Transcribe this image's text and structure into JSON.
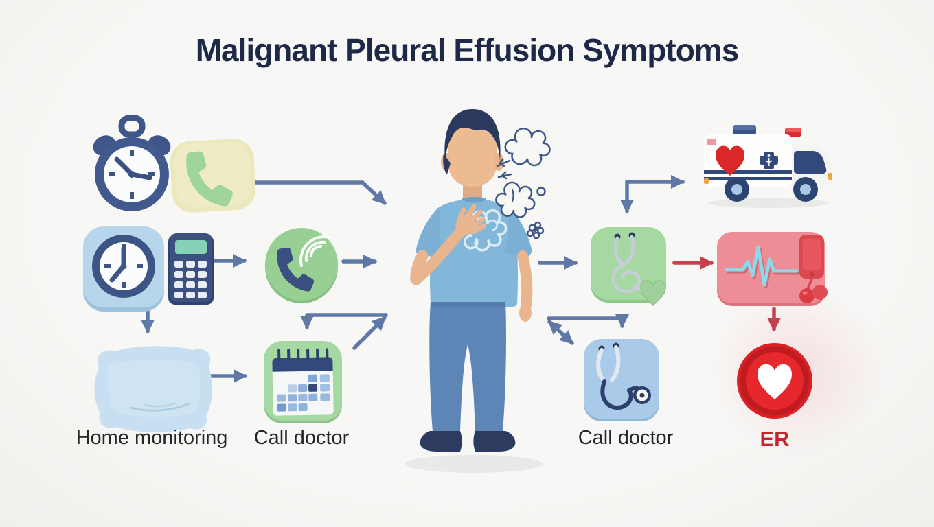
{
  "title": "Malignant Pleural Effusion Symptoms",
  "nodes": {
    "home_monitoring": {
      "label": "Home monitoring",
      "icons": [
        "alarm-clock-icon",
        "pillow-phone-icon",
        "wall-clock-icon",
        "calculator-icon",
        "pillow-icon"
      ]
    },
    "call_doctor_primary": {
      "label": "Call doctor",
      "icons": [
        "ringing-phone-icon",
        "calendar-icon"
      ]
    },
    "patient": {
      "icons": [
        "patient-figure",
        "breath-clouds-icon",
        "chest-pain-scribble-icon"
      ]
    },
    "call_doctor_urgent": {
      "label": "Call doctor",
      "icons": [
        "stethoscope-green-icon",
        "stethoscope-blue-icon"
      ]
    },
    "emergency": {
      "label": "ER",
      "icons": [
        "ambulance-icon",
        "ekg-monitor-icon",
        "heart-badge-icon"
      ]
    }
  },
  "colors": {
    "background": "#f5f5f3",
    "title_text": "#1e2947",
    "label_text": "#262626",
    "er_text": "#c1272d",
    "arrow_blue": "#5f78a6",
    "arrow_red": "#c4424d",
    "navy_icon": "#3d5585",
    "green_accent": "#9ad295",
    "light_blue_accent": "#aecfe8",
    "yellow_pillow": "#ebe8bc",
    "pink_panel": "#ee8d95",
    "ekg_line": "#8ed9e9",
    "red_accent": "#e02d2d",
    "skin": "#eab68f",
    "shirt_blue": "#82b7d9",
    "pants_blue": "#5d85b5"
  }
}
